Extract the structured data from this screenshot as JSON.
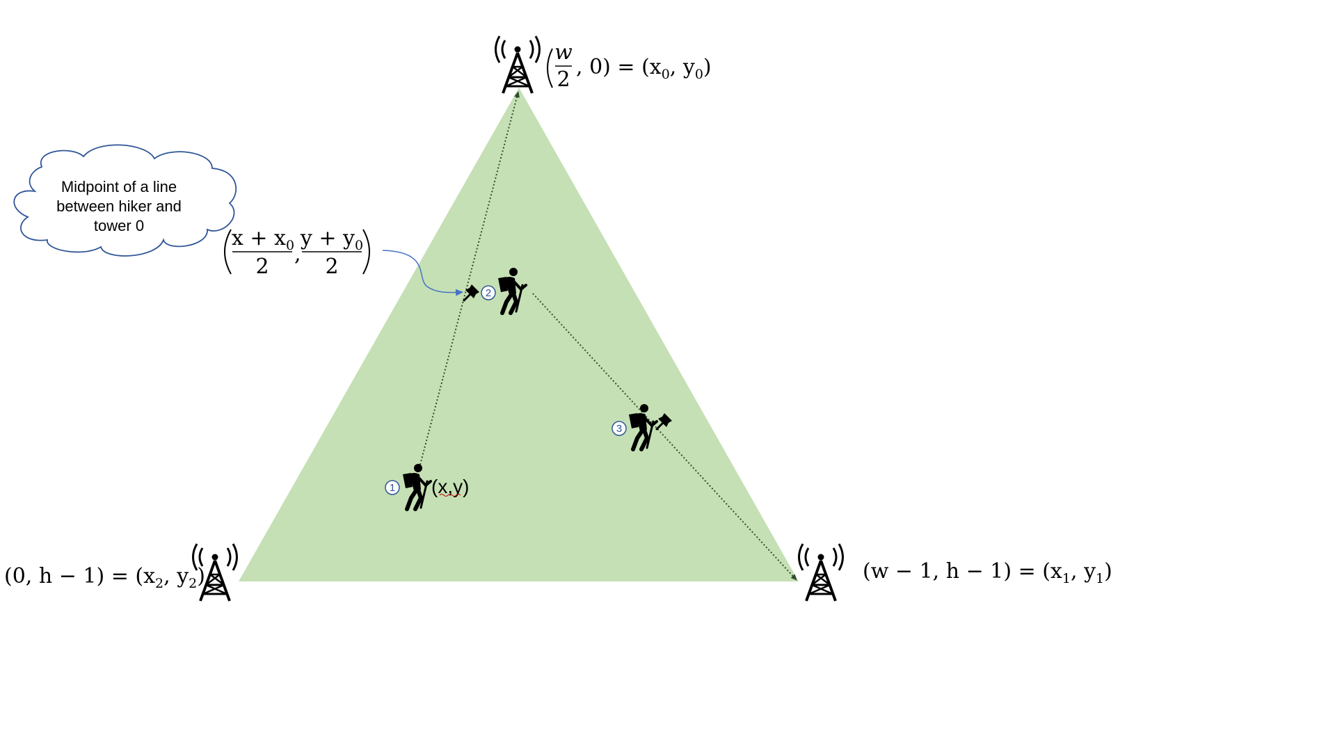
{
  "colors": {
    "triangle_fill": "#c5e0b4",
    "path_line": "#2e4d2e",
    "callout_arrow": "#4472c4",
    "cloud_stroke": "#2f5597",
    "circle_number": "#2f5597"
  },
  "icons": {
    "tower": "radio-tower-icon",
    "hiker": "hiker-icon",
    "pin": "pushpin-icon"
  },
  "towers": {
    "top": {
      "label_paren_open": "(",
      "frac_num": "w",
      "frac_den": "2",
      "rest": ", 0) = (x",
      "sub_a": "0",
      "mid": ", y",
      "sub_b": "0",
      "close": ")"
    },
    "left": {
      "label": "(0, h − 1) = (x",
      "sub_a": "2",
      "mid": ", y",
      "sub_b": "2",
      "close": ")"
    },
    "right": {
      "label": "(w − 1, h − 1) = (x",
      "sub_a": "1",
      "mid": ", y",
      "sub_b": "1",
      "close": ")"
    }
  },
  "midpoint_formula": {
    "num1": "x + x",
    "num1_sub": "0",
    "den1": "2",
    "comma": ",",
    "num2": "y + y",
    "num2_sub": "0",
    "den2": "2"
  },
  "cloud": {
    "line1": "Midpoint of a line",
    "line2": "between hiker and",
    "line3": "tower 0"
  },
  "hikers": [
    {
      "step": "1",
      "label": "(x,y)"
    },
    {
      "step": "2"
    },
    {
      "step": "3"
    }
  ]
}
